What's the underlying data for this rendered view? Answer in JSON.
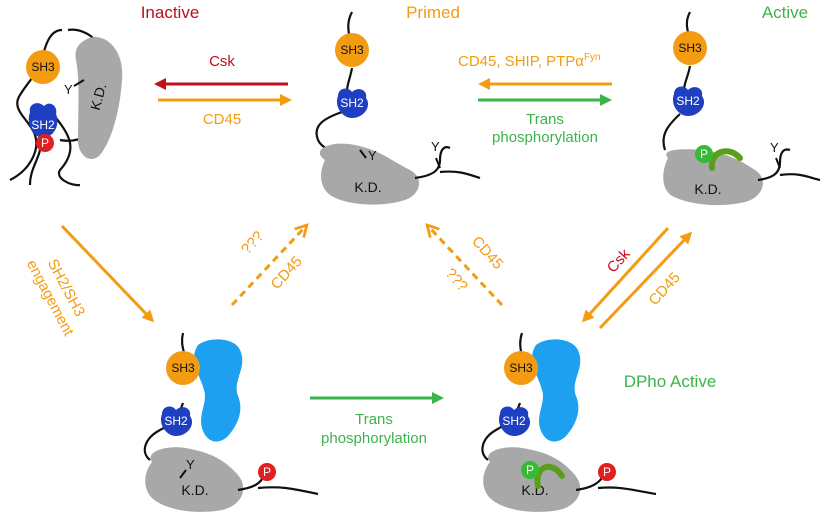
{
  "colors": {
    "inactive": "#b5121b",
    "orange": "#f39c12",
    "green": "#3cb44b",
    "sh3": "#f39c12",
    "sh2": "#1f3fc2",
    "kd": "#a8a8a8",
    "bound_ligand": "#1ea0f0",
    "phospho_red": "#e02020",
    "phospho_green": "#33bb33",
    "loop_green": "#5a9e1e",
    "csk_red": "#c0101a"
  },
  "states": {
    "inactive": "Inactive",
    "primed": "Primed",
    "active": "Active",
    "dpho_active": "DPho Active"
  },
  "domains": {
    "sh3": "SH3",
    "sh2": "SH2",
    "kd": "K.D.",
    "tyr": "Y",
    "phospho": "P"
  },
  "transitions": {
    "csk": "Csk",
    "cd45": "CD45",
    "primed_to_active": "CD45, SHIP, PTP",
    "ptp_alpha": "α",
    "ptp_fyn": "Fyn",
    "trans_1": "Trans",
    "trans_2": "phosphorylation",
    "engagement_1": "SH2/SH3",
    "engagement_2": "engagement",
    "unknown": "???"
  }
}
